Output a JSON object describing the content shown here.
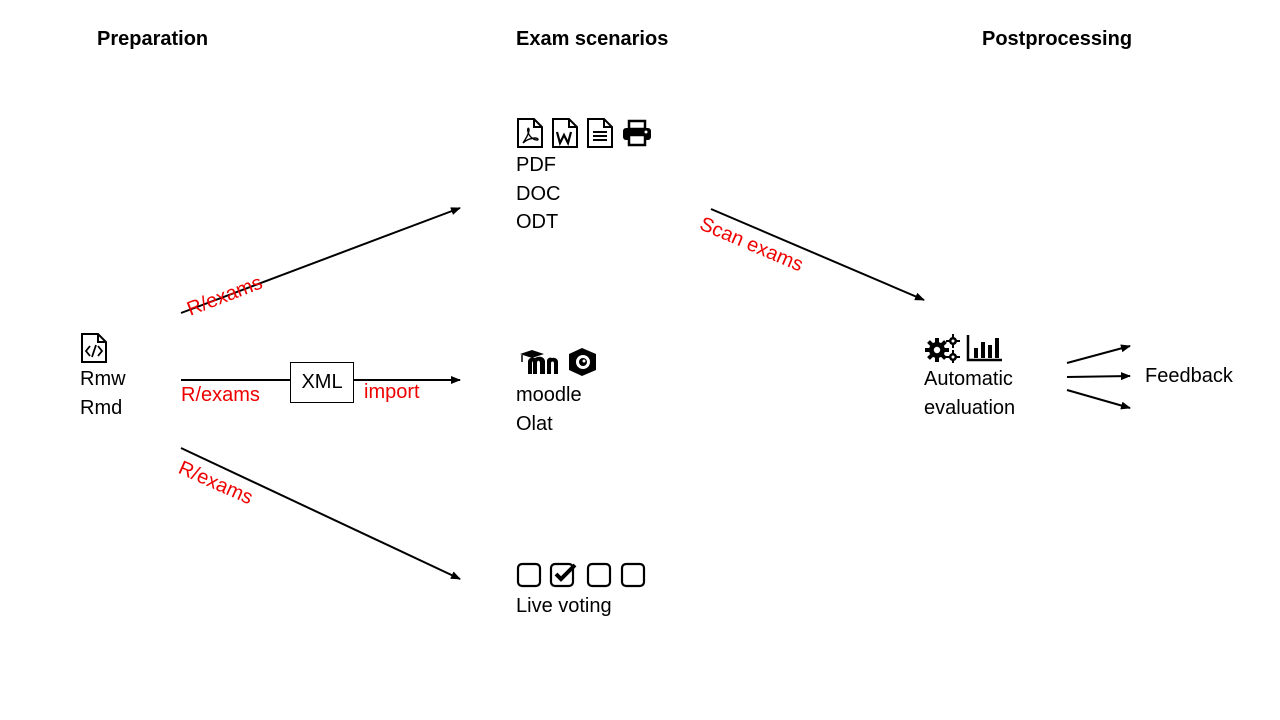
{
  "headers": {
    "preparation": "Preparation",
    "exam_scenarios": "Exam scenarios",
    "postprocessing": "Postprocessing"
  },
  "source": {
    "icon": "code-file-icon",
    "lines": [
      "Rmw",
      "Rmd"
    ]
  },
  "written": {
    "icons": [
      "pdf-file-icon",
      "word-file-icon",
      "text-file-icon",
      "printer-icon"
    ],
    "lines": [
      "PDF",
      "DOC",
      "ODT"
    ]
  },
  "online": {
    "icons": [
      "moodle-logo-icon",
      "olat-logo-icon"
    ],
    "lines": [
      "moodle",
      "Olat"
    ]
  },
  "live": {
    "icons": [
      "checkbox-empty-icon",
      "checkbox-checked-icon",
      "checkbox-empty-icon",
      "checkbox-empty-icon"
    ],
    "lines": [
      "Live voting"
    ]
  },
  "evaluation": {
    "icons": [
      "gears-icon",
      "bar-chart-icon"
    ],
    "lines": [
      "Automatic",
      "evaluation"
    ]
  },
  "feedback": {
    "label": "Feedback"
  },
  "edge_labels": {
    "rexams_top": "R/exams",
    "rexams_mid": "R/exams",
    "rexams_bottom": "R/exams",
    "xml": "XML",
    "import": "import",
    "scan": "Scan exams"
  }
}
